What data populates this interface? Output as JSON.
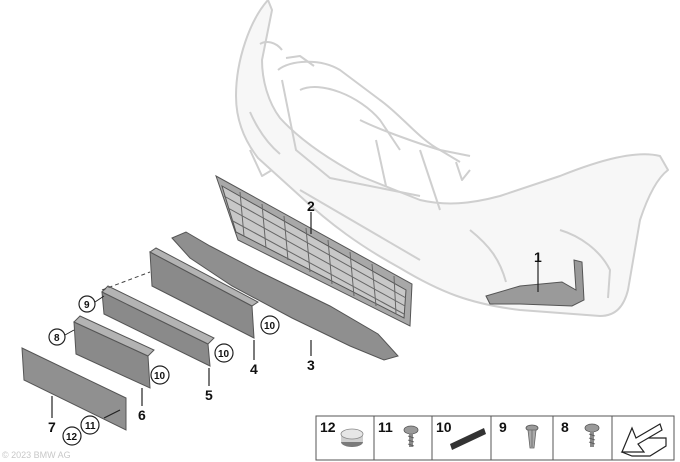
{
  "callouts": {
    "c1": "1",
    "c2": "2",
    "c3": "3",
    "c4": "4",
    "c5": "5",
    "c6": "6",
    "c7": "7",
    "c8": "8",
    "c9": "9",
    "c10a": "10",
    "c10b": "10",
    "c10c": "10",
    "c11": "11",
    "c12": "12"
  },
  "legend": {
    "items": [
      {
        "num": "12",
        "icon": "cap-icon"
      },
      {
        "num": "11",
        "icon": "screw-icon"
      },
      {
        "num": "10",
        "icon": "foam-strip-icon"
      },
      {
        "num": "9",
        "icon": "expanding-rivet-icon"
      },
      {
        "num": "8",
        "icon": "screw-icon"
      },
      {
        "num": "",
        "icon": "selection-arrow-icon"
      }
    ]
  },
  "watermark": "© 2023 BMW AG"
}
